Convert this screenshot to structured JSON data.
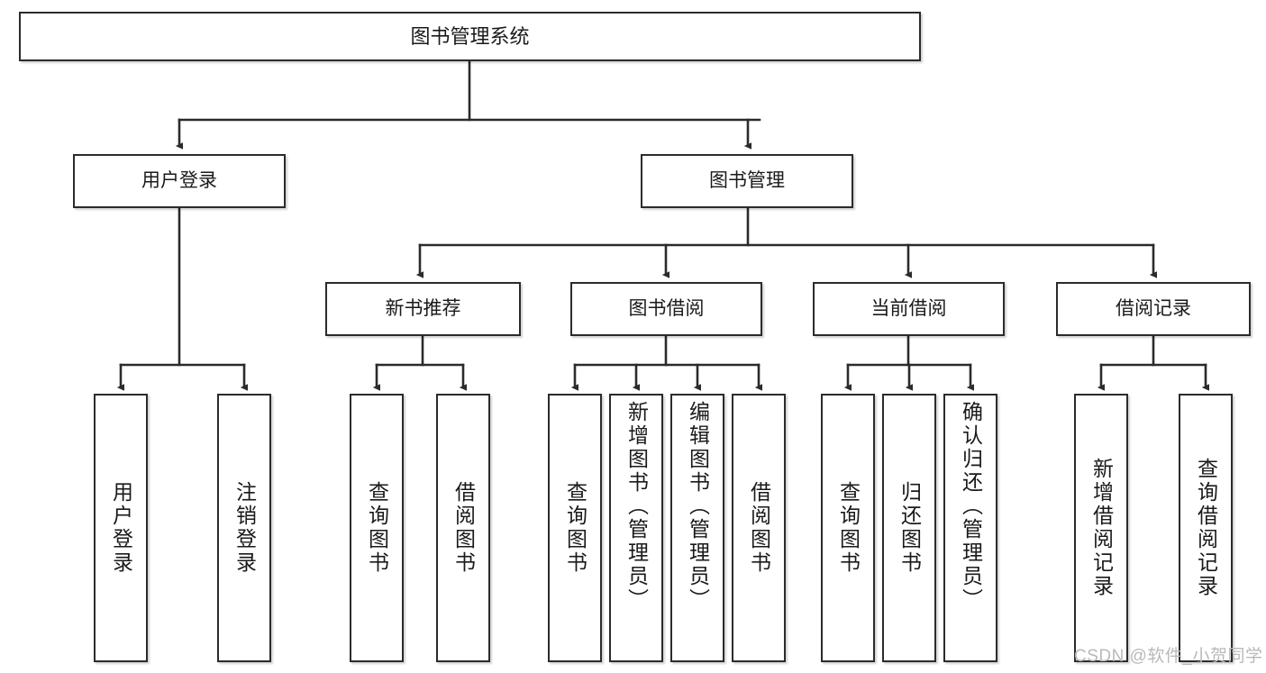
{
  "diagram": {
    "title": "图书管理系统",
    "type": "tree-hierarchy",
    "watermark": "CSDN @软件_小贺同学",
    "colors": {
      "box_border": "#2b2b2b",
      "box_fill": "#ffffff",
      "connector": "#2b2b2b",
      "text": "#1a1a1a",
      "watermark": "#b9b9b9",
      "background": "#ffffff"
    },
    "nodes": {
      "root": {
        "label": "图书管理系统"
      },
      "level2": [
        {
          "id": "user-login",
          "label": "用户登录"
        },
        {
          "id": "book-management",
          "label": "图书管理"
        }
      ],
      "level3": [
        {
          "id": "new-book-recommend",
          "label": "新书推荐"
        },
        {
          "id": "book-borrow",
          "label": "图书借阅"
        },
        {
          "id": "current-borrow",
          "label": "当前借阅"
        },
        {
          "id": "borrow-record",
          "label": "借阅记录"
        }
      ],
      "leaves": {
        "user_login": [
          {
            "id": "leaf-user-login",
            "label": "用户登录"
          },
          {
            "id": "leaf-logout-login",
            "label": "注销登录"
          }
        ],
        "new_book_recommend": [
          {
            "id": "leaf-query-book-1",
            "label": "查询图书"
          },
          {
            "id": "leaf-borrow-book-1",
            "label": "借阅图书"
          }
        ],
        "book_borrow": [
          {
            "id": "leaf-query-book-2",
            "label": "查询图书"
          },
          {
            "id": "leaf-add-book",
            "label": "新增图书（管理员）"
          },
          {
            "id": "leaf-edit-book",
            "label": "编辑图书（管理员）"
          },
          {
            "id": "leaf-borrow-book-2",
            "label": "借阅图书"
          }
        ],
        "current_borrow": [
          {
            "id": "leaf-query-book-3",
            "label": "查询图书"
          },
          {
            "id": "leaf-return-book",
            "label": "归还图书"
          },
          {
            "id": "leaf-confirm-return",
            "label": "确认归还（管理员）"
          }
        ],
        "borrow_record": [
          {
            "id": "leaf-add-record",
            "label": "新增借阅记录"
          },
          {
            "id": "leaf-query-record",
            "label": "查询借阅记录"
          }
        ]
      }
    }
  }
}
